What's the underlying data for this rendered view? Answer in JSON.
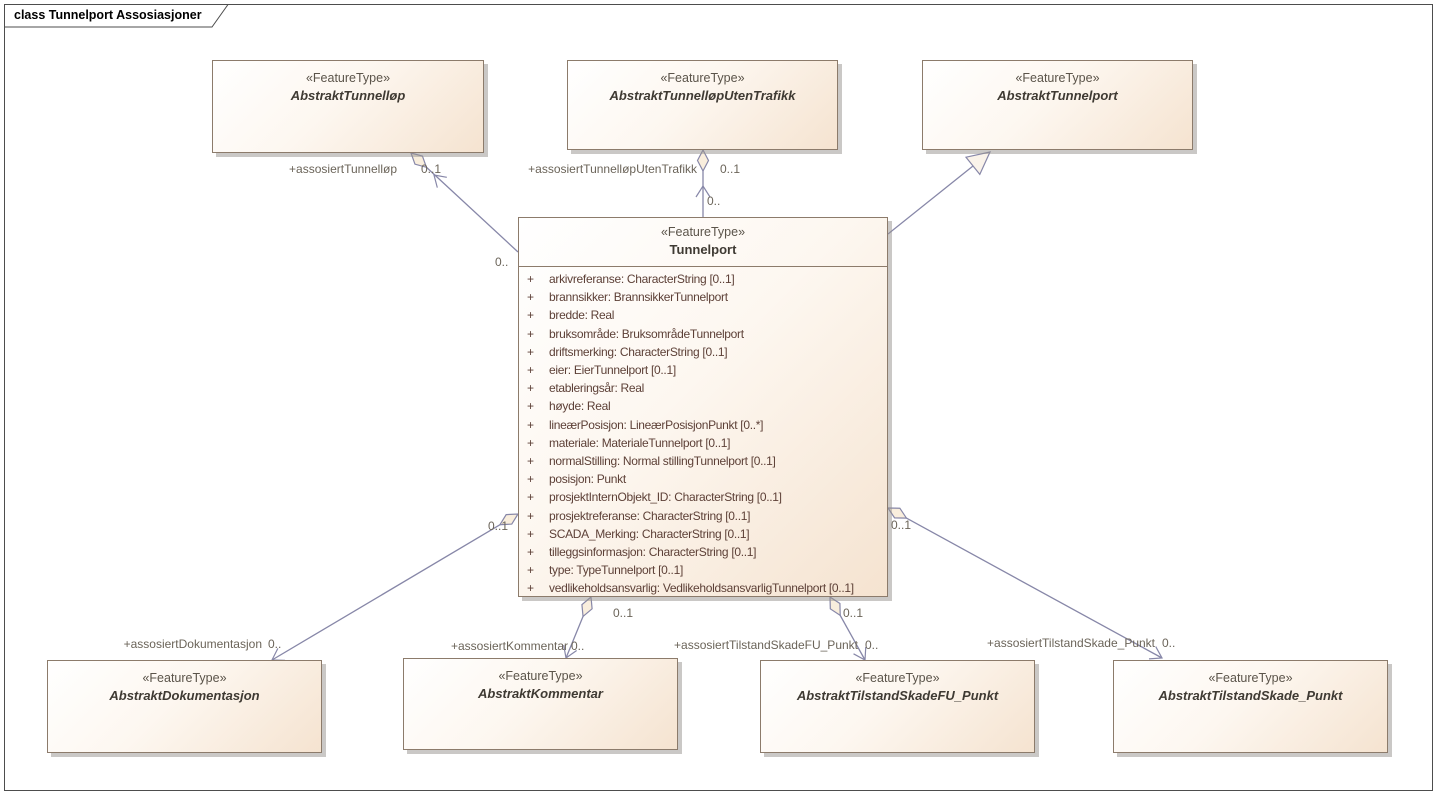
{
  "diagram": {
    "frame_label": "class Tunnelport Assosiasjoner"
  },
  "classes": {
    "abstrakt_tunnellop": {
      "stereotype": "«FeatureType»",
      "name": "AbstraktTunnelløp"
    },
    "abstrakt_tunnellop_uten_trafikk": {
      "stereotype": "«FeatureType»",
      "name": "AbstraktTunnelløpUtenTrafikk"
    },
    "abstrakt_tunnelport": {
      "stereotype": "«FeatureType»",
      "name": "AbstraktTunnelport"
    },
    "tunnelport": {
      "stereotype": "«FeatureType»",
      "name": "Tunnelport",
      "attributes": [
        {
          "vis": "+",
          "text": "arkivreferanse: CharacterString [0..1]"
        },
        {
          "vis": "+",
          "text": "brannsikker: BrannsikkerTunnelport"
        },
        {
          "vis": "+",
          "text": "bredde: Real"
        },
        {
          "vis": "+",
          "text": "bruksområde: BruksområdeTunnelport"
        },
        {
          "vis": "+",
          "text": "driftsmerking: CharacterString [0..1]"
        },
        {
          "vis": "+",
          "text": "eier: EierTunnelport [0..1]"
        },
        {
          "vis": "+",
          "text": "etableringsår: Real"
        },
        {
          "vis": "+",
          "text": "høyde: Real"
        },
        {
          "vis": "+",
          "text": "lineærPosisjon: LineærPosisjonPunkt [0..*]"
        },
        {
          "vis": "+",
          "text": "materiale: MaterialeTunnelport [0..1]"
        },
        {
          "vis": "+",
          "text": "normalStilling: Normal stillingTunnelport [0..1]"
        },
        {
          "vis": "+",
          "text": "posisjon: Punkt"
        },
        {
          "vis": "+",
          "text": "prosjektInternObjekt_ID: CharacterString [0..1]"
        },
        {
          "vis": "+",
          "text": "prosjektreferanse: CharacterString [0..1]"
        },
        {
          "vis": "+",
          "text": "SCADA_Merking: CharacterString [0..1]"
        },
        {
          "vis": "+",
          "text": "tilleggsinformasjon: CharacterString [0..1]"
        },
        {
          "vis": "+",
          "text": "type: TypeTunnelport [0..1]"
        },
        {
          "vis": "+",
          "text": "vedlikeholdsansvarlig: VedlikeholdsansvarligTunnelport [0..1]"
        }
      ]
    },
    "abstrakt_dokumentasjon": {
      "stereotype": "«FeatureType»",
      "name": "AbstraktDokumentasjon"
    },
    "abstrakt_kommentar": {
      "stereotype": "«FeatureType»",
      "name": "AbstraktKommentar"
    },
    "abstrakt_tilstand_skade_fu_punkt": {
      "stereotype": "«FeatureType»",
      "name": "AbstraktTilstandSkadeFU_Punkt"
    },
    "abstrakt_tilstand_skade_punkt": {
      "stereotype": "«FeatureType»",
      "name": "AbstraktTilstandSkade_Punkt"
    }
  },
  "associations": {
    "tunnellop": {
      "role": "+assosiertTunnelløp",
      "whole_mult": "0..1",
      "part_mult": "0.."
    },
    "tunnellop_uten_trafikk": {
      "role": "+assosiertTunnelløpUtenTrafikk",
      "whole_mult": "0..1",
      "part_mult": "0.."
    },
    "dokumentasjon": {
      "role": "+assosiertDokumentasjon",
      "role_mult": "0..",
      "whole_mult": "0..1"
    },
    "kommentar": {
      "role": "+assosiertKommentar",
      "role_mult": "0..",
      "whole_mult": "0..1"
    },
    "tilstand_skade_fu_punkt": {
      "role": "+assosiertTilstandSkadeFU_Punkt",
      "role_mult": "0..",
      "whole_mult": "0..1"
    },
    "tilstand_skade_punkt": {
      "role": "+assosiertTilstandSkade_Punkt",
      "role_mult": "0..",
      "whole_mult": "0..1"
    }
  },
  "colors": {
    "connector": "#8787a8",
    "box_border": "#8c7b6b",
    "box_fill_start": "#ffffff",
    "box_fill_end": "#f5e3d0",
    "attribute_text": "#5d4037",
    "label_text": "#6b6459"
  }
}
